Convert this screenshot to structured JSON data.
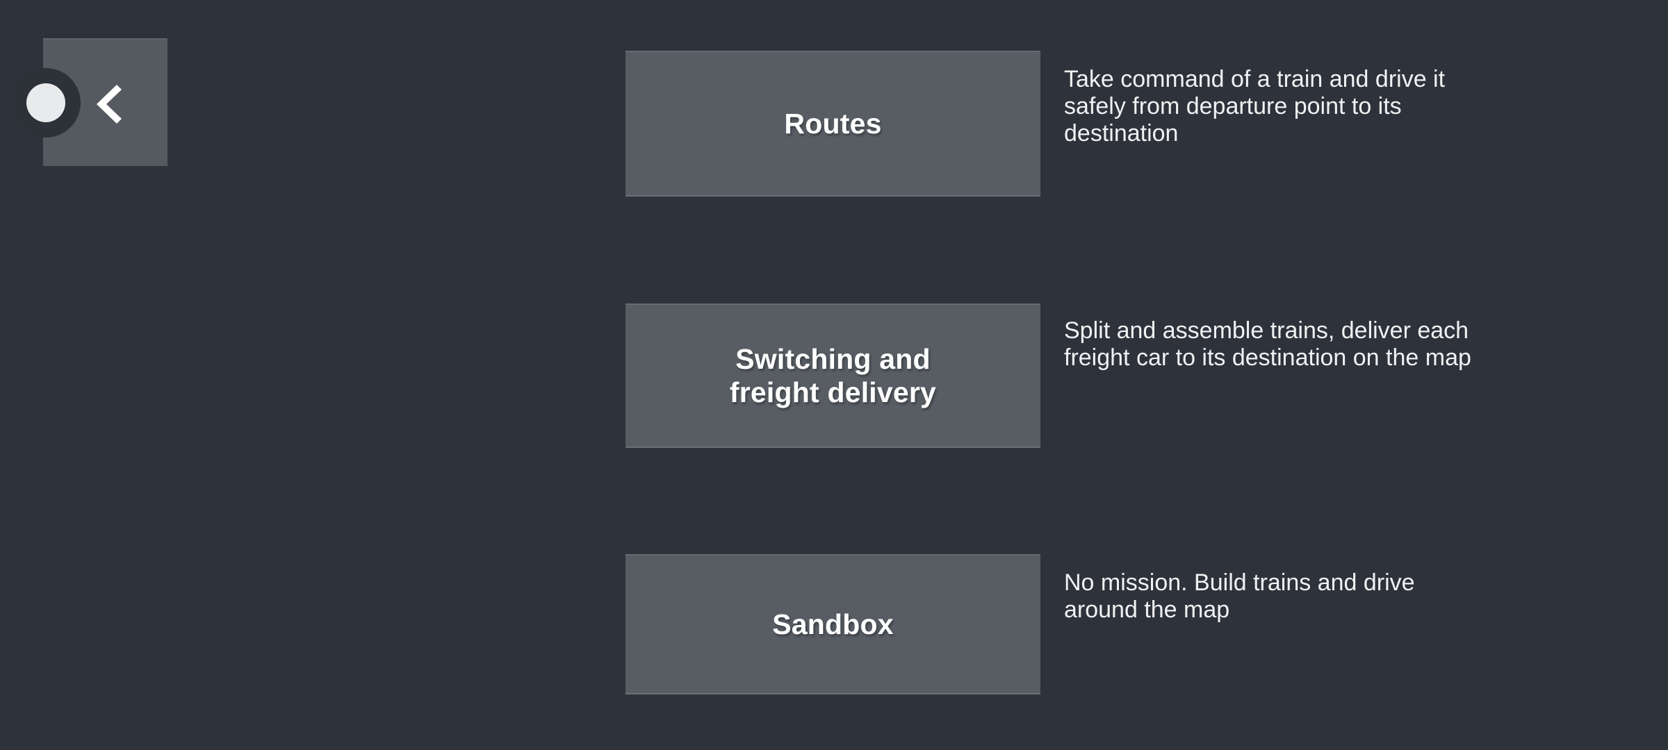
{
  "theme": {
    "background": "#2e323a",
    "panel": "#555a60",
    "button": "#585d64",
    "button_edge": "#666b72",
    "knob_outer": "#2d3138",
    "knob_inner": "#e9eaec",
    "text_primary": "#ffffff",
    "text_secondary": "#f0f1f3"
  },
  "back_button": {
    "name": "back",
    "icon": "chevron-left-icon"
  },
  "mode_select": {
    "modes": [
      {
        "label": "Routes",
        "description": "Take command of a train and drive it safely from departure point to its destination"
      },
      {
        "label": "Switching and\nfreight delivery",
        "description": "Split and assemble trains, deliver each freight car to its destination on the map"
      },
      {
        "label": "Sandbox",
        "description": "No mission. Build trains and drive around the map"
      }
    ]
  }
}
